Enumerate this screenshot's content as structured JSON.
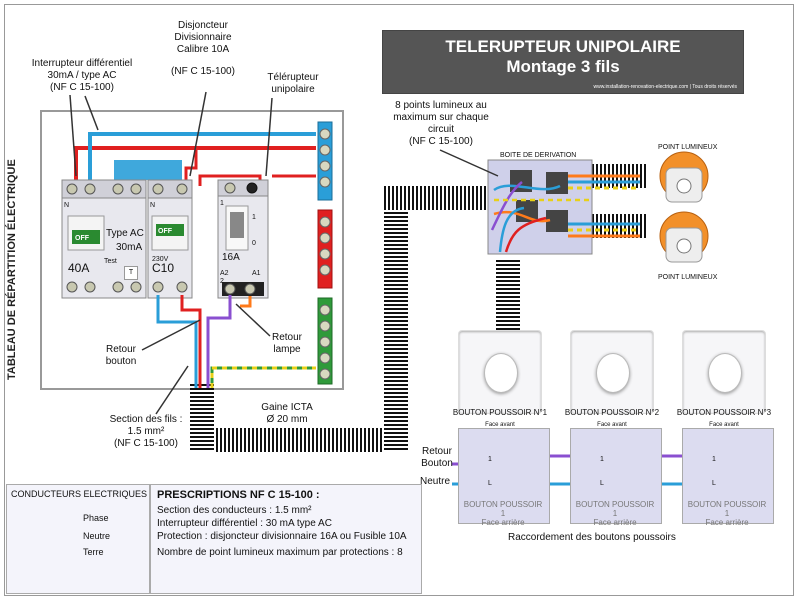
{
  "title": {
    "line1": "TELERUPTEUR UNIPOLAIRE",
    "line2": "Montage 3 fils",
    "url": "www.installation-renovation-electrique.com | Tous droits réservés"
  },
  "labels": {
    "interrupteur": [
      "Interrupteur différentiel",
      "30mA / type AC",
      "(NF C 15-100)"
    ],
    "disjoncteur": [
      "Disjoncteur",
      "Divisionnaire",
      "Calibre 10A",
      "",
      "(NF C 15-100)"
    ],
    "telerupteur": [
      "Télérupteur",
      "unipolaire"
    ],
    "points": [
      "8 points lumineux au",
      "maximum sur chaque",
      "circuit",
      "(NF C 15-100)"
    ],
    "boite": "BOITE DE DERIVATION",
    "point_lumineux": "POINT LUMINEUX",
    "retour_bouton": [
      "Retour",
      "bouton"
    ],
    "retour_lampe": [
      "Retour",
      "lampe"
    ],
    "section": [
      "Section des fils :",
      "1.5 mm²",
      "(NF C 15-100)"
    ],
    "gaine": [
      "Gaine ICTA",
      "Ø 20 mm"
    ],
    "tableau": "TABLEAU  DE RÉPARTITION ÉLECTRIQUE",
    "raccordement": "Raccordement  des boutons poussoirs",
    "retour_back": [
      "Retour",
      "Bouton"
    ],
    "neutre_back": "Neutre"
  },
  "devices": {
    "diff": {
      "off": "OFF",
      "type": "Type AC",
      "ma": "30mA",
      "rating": "40A",
      "test": "Test",
      "t": "T",
      "n": "N"
    },
    "disj": {
      "off": "OFF",
      "rating": "C10",
      "volt": "230V",
      "n": "N"
    },
    "tele": {
      "rating": "16A",
      "a1": "A1",
      "a2": "A2",
      "one": "1",
      "zero": "0",
      "two": "2"
    }
  },
  "push_buttons": [
    {
      "name": "BOUTON POUSSOIR N°1",
      "face": "Face avant"
    },
    {
      "name": "BOUTON POUSSOIR N°2",
      "face": "Face avant"
    },
    {
      "name": "BOUTON POUSSOIR N°3",
      "face": "Face avant"
    }
  ],
  "back_panels": [
    {
      "name": "BOUTON POUSSOIR",
      "num": "1",
      "face": "Face arrière",
      "t1": "1",
      "t2": "L"
    },
    {
      "name": "BOUTON POUSSOIR",
      "num": "1",
      "face": "Face arrière",
      "t1": "1",
      "t2": "L"
    },
    {
      "name": "BOUTON POUSSOIR",
      "num": "1",
      "face": "Face arrière",
      "t1": "1",
      "t2": "L"
    }
  ],
  "legend": {
    "title": "CONDUCTEURS ELECTRIQUES",
    "items": [
      {
        "label": "Phase",
        "color": "#e02020"
      },
      {
        "label": "Neutre",
        "color": "#2a9ed8"
      },
      {
        "label": "Terre",
        "color": "#e8d018"
      }
    ]
  },
  "prescriptions": {
    "title": "PRESCRIPTIONS NF C 15-100 :",
    "lines": [
      "Section des conducteurs : 1.5 mm²",
      "Interrupteur différentiel : 30 mA type AC",
      "Protection : disjoncteur divisionnaire 16A ou Fusible 10A",
      "Nombre de point lumineux maximum par protections : 8"
    ]
  },
  "colors": {
    "phase": "#e02020",
    "neutre": "#2a9ed8",
    "terre_yellow": "#e8d018",
    "terre_green": "#2f9a3a",
    "retour": "#8a4fd0",
    "lamp": "#ff7a1a"
  }
}
